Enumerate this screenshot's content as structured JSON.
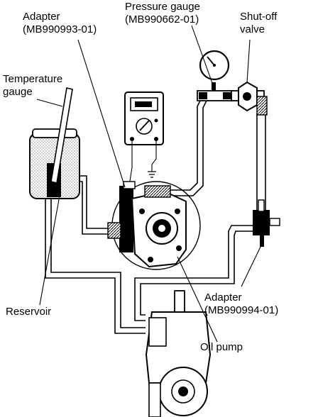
{
  "labels": {
    "adapter_top_name": "Adapter",
    "adapter_top_part": "(MB990993-01)",
    "pressure_gauge_name": "Pressure gauge",
    "pressure_gauge_part": "(MB990662-01)",
    "shutoff_line1": "Shut-off",
    "shutoff_line2": "valve",
    "temperature_line1": "Temperature",
    "temperature_line2": "gauge",
    "reservoir": "Reservoir",
    "adapter_bottom_name": "Adapter",
    "adapter_bottom_part": "(MB990994-01)",
    "oil_pump": "Oil pump"
  }
}
